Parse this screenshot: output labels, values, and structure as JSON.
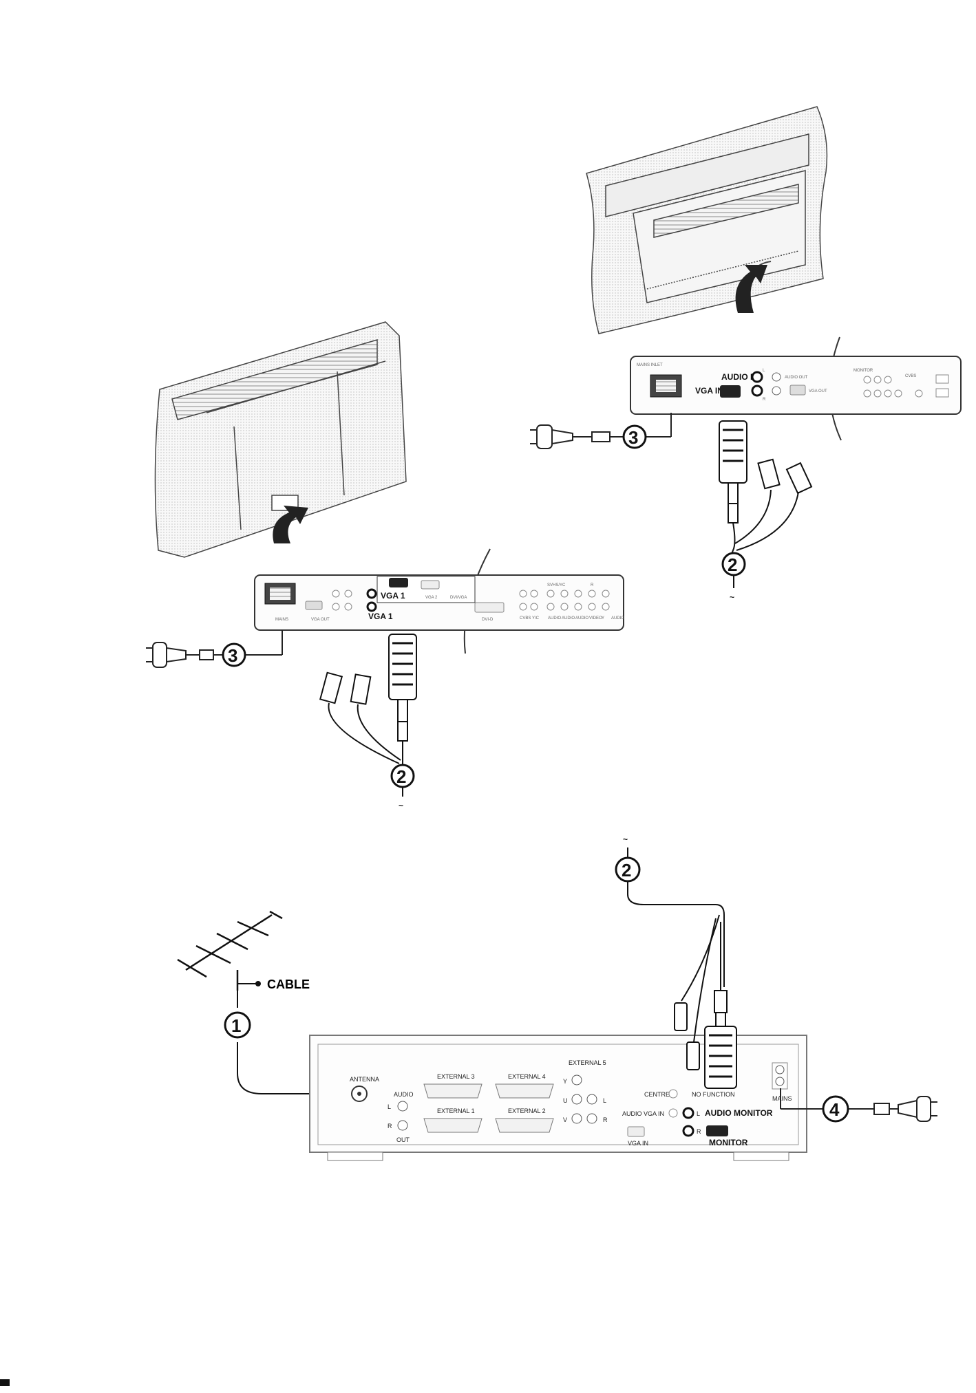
{
  "left_panel": {
    "vga1_label": "VGA 1",
    "vga1_connector_label": "VGA 1",
    "vga2_label": "VGA 2",
    "vga3_label": "DVI/VGA",
    "mains_label": "MAINS",
    "vgaout_label": "VGA OUT",
    "dvi_label": "DVI-D",
    "sub_labels": [
      "CVBS",
      "SVHS/YC",
      "R",
      "Y/C",
      "AUDIO",
      "AUDIO",
      "AUDIO",
      "VIDEO",
      "Y",
      "AUDIO"
    ]
  },
  "right_panel": {
    "mains_inlet_label": "MAINS INLET",
    "audio_in_label": "AUDIO IN",
    "vga_in_label": "VGA IN",
    "audio_out_label": "AUDIO OUT",
    "vga_out_label": "VGA OUT",
    "cvbs_label": "CVBS",
    "monitor_label": "MONITOR",
    "l_label": "L",
    "r_label": "R"
  },
  "bottom_box": {
    "cable_label": "CABLE",
    "antenna_label": "ANTENNA",
    "audio_label": "AUDIO",
    "l_label": "L",
    "r_label": "R",
    "out_label": "OUT",
    "external3": "EXTERNAL 3",
    "external4": "EXTERNAL 4",
    "external1": "EXTERNAL 1",
    "external2": "EXTERNAL 2",
    "external5": "EXTERNAL 5",
    "y_label": "Y",
    "u_label": "U",
    "v_label": "V",
    "l2_label": "L",
    "r2_label": "R",
    "centre_label": "CENTRE",
    "no_function_label": "NO FUNCTION",
    "audio_vga_in_label": "AUDIO VGA IN",
    "vga_in_label": "VGA IN",
    "audio_monitor_label": "AUDIO MONITOR",
    "monitor_label": "MONITOR",
    "mains_label": "MAINS",
    "l3_label": "L",
    "r3_label": "R"
  },
  "callouts": {
    "one": "1",
    "two_a": "2",
    "two_b": "2",
    "two_c": "2",
    "three_a": "3",
    "three_b": "3",
    "four": "4",
    "tilde_a": "~",
    "tilde_b": "~",
    "tilde_c": "~"
  }
}
